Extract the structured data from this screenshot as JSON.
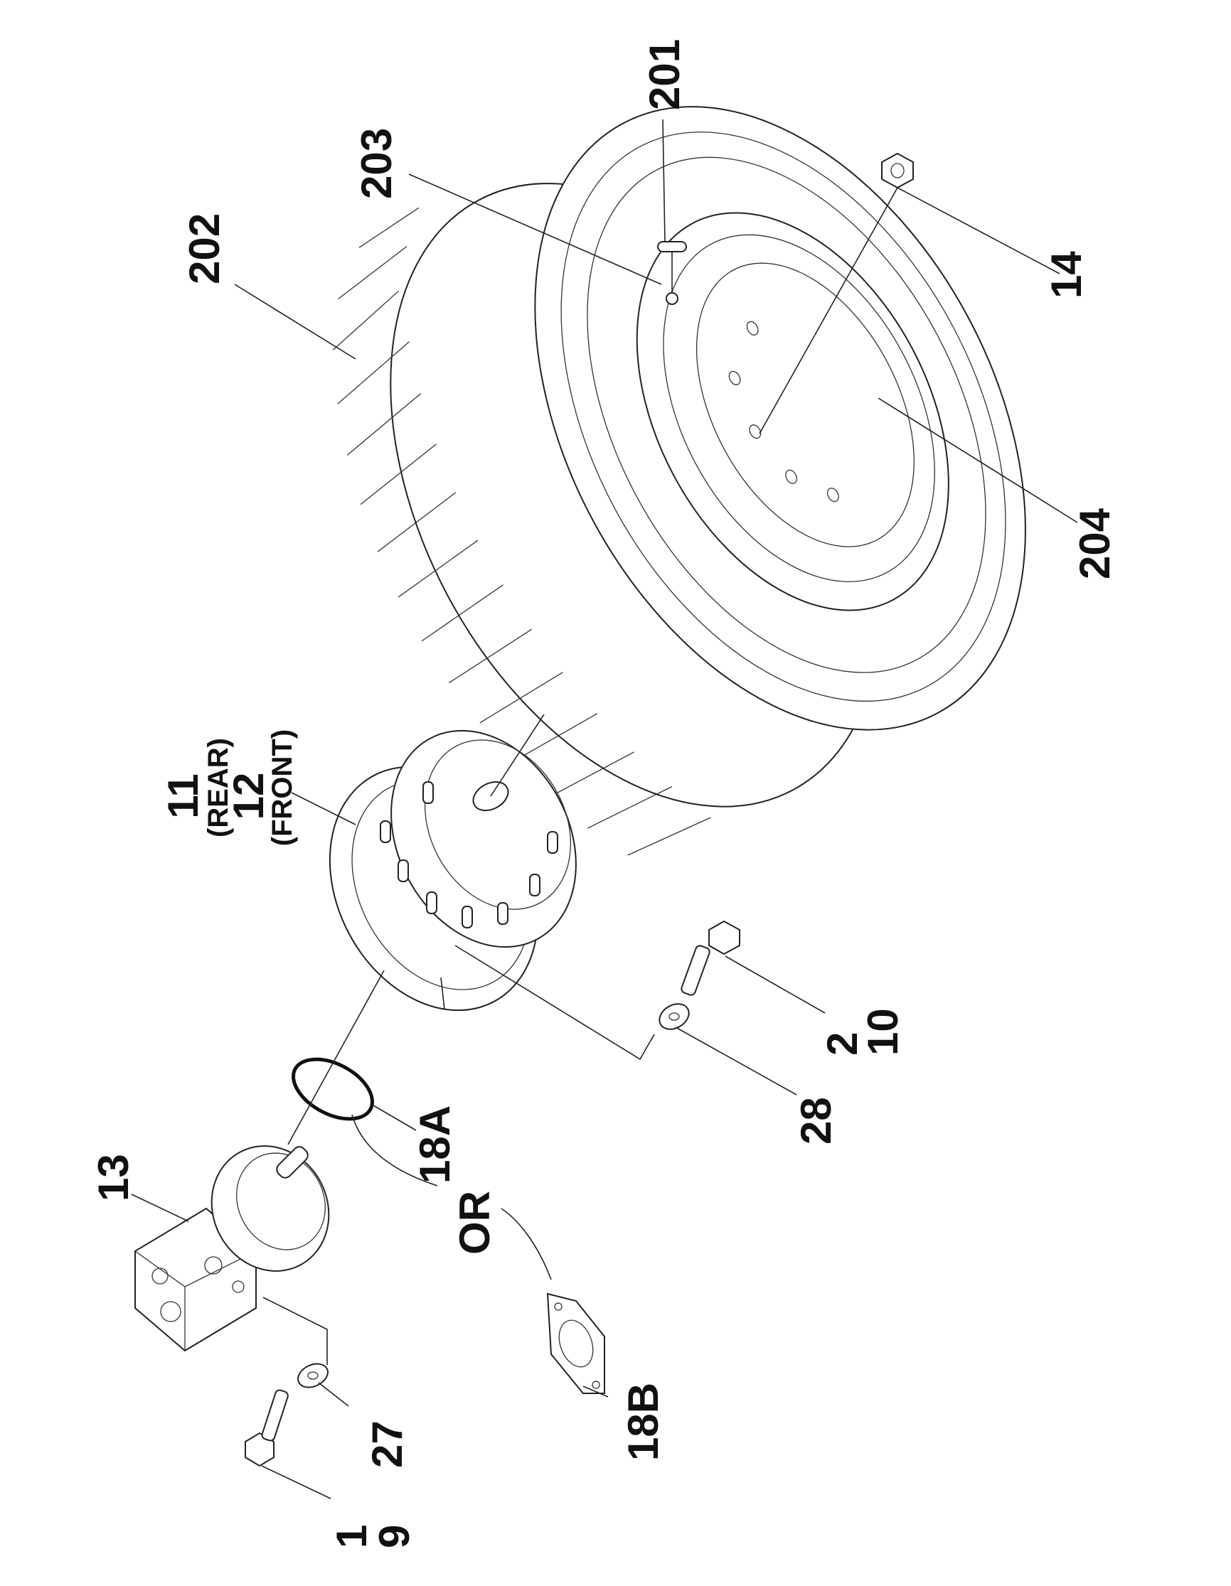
{
  "callouts": {
    "c201": "201",
    "c203": "203",
    "c202": "202",
    "c14": "14",
    "c204": "204",
    "c11": "11",
    "c_rear": "(REAR)",
    "c12": "12",
    "c_front": "(FRONT)",
    "c2": "2",
    "c10": "10",
    "c28": "28",
    "c18a": "18A",
    "c13": "13",
    "c_or": "OR",
    "c18b": "18B",
    "c27": "27",
    "c1": "1",
    "c9": "9"
  },
  "colors": {
    "ink": "#111111",
    "background": "#ffffff"
  }
}
